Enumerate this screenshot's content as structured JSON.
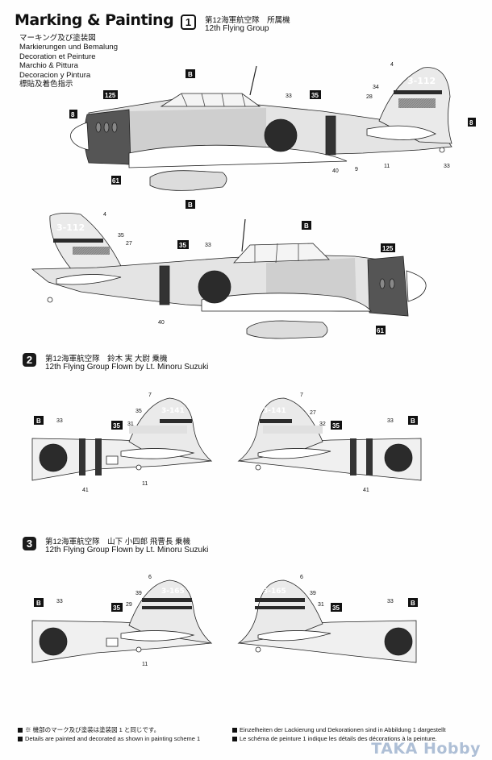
{
  "title": "Marking & Painting",
  "subtitles": [
    "マーキング及び塗装図",
    "Markierungen und Bemalung",
    "Decoration et Peinture",
    "Marchio & Pittura",
    "Decoracion y Pintura",
    "標貼及着色指示"
  ],
  "sections": [
    {
      "number": "1",
      "jp": "第12海軍航空隊　所属機",
      "en": "12th Flying Group"
    },
    {
      "number": "2",
      "jp": "第12海軍航空隊　鈴木 実 大尉 乗機",
      "en": "12th Flying Group Flown by Lt. Minoru Suzuki"
    },
    {
      "number": "3",
      "jp": "第12海軍航空隊　山下 小四郎 飛曹長 乗機",
      "en": "12th Flying Group Flown by Lt. Minoru Suzuki"
    }
  ],
  "tail_codes": {
    "s1": "3-112",
    "s2": "3-141",
    "s3": "3-165"
  },
  "color_codes": {
    "b": "B",
    "c125": "125",
    "c35": "35",
    "c8": "8",
    "c61": "61"
  },
  "callouts": {
    "n4": "4",
    "n34": "34",
    "n28": "28",
    "n33": "33",
    "n40": "40",
    "n9": "9",
    "n11": "11",
    "n35": "35",
    "n27": "27",
    "n7": "7",
    "n31": "31",
    "n32": "32",
    "n41": "41",
    "n6": "6",
    "n39": "39",
    "n29": "29"
  },
  "footer": {
    "jp": "※ 機部のマーク及び塗装は塗装図 1 と同じです。",
    "en": "Details are painted and decorated as shown in painting scheme 1",
    "de": "Einzelheiten der Lackierung und Dekorationen sind in Abbildung 1 dargestellt",
    "fr": "Le schéma de peinture 1 indique les détails des décorations à la peinture."
  },
  "watermark": "TAKA Hobby"
}
